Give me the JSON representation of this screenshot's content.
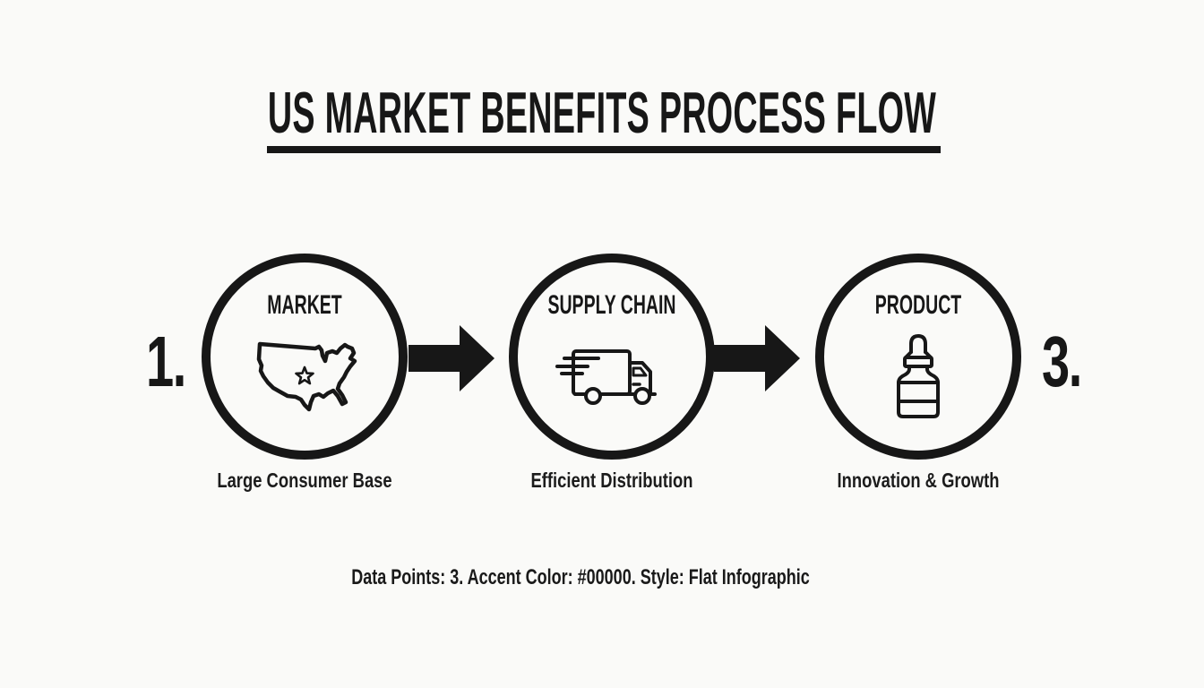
{
  "colors": {
    "background": "#fafaf8",
    "accent": "#171717"
  },
  "title": {
    "text": "US MARKET BENEFITS PROCESS FLOW"
  },
  "flow": {
    "start_number": "1.",
    "end_number": "3.",
    "connector": "arrow-right",
    "steps": [
      {
        "label": "MARKET",
        "icon": "usa-map-star-icon",
        "caption": "Large Consumer Base"
      },
      {
        "label": "SUPPLY CHAIN",
        "icon": "delivery-truck-icon",
        "caption": "Efficient Distribution"
      },
      {
        "label": "PRODUCT",
        "icon": "dropper-bottle-icon",
        "caption": "Innovation & Growth"
      }
    ]
  },
  "footer": {
    "text": "Data Points: 3. Accent Color: #00000. Style: Flat Infographic"
  }
}
